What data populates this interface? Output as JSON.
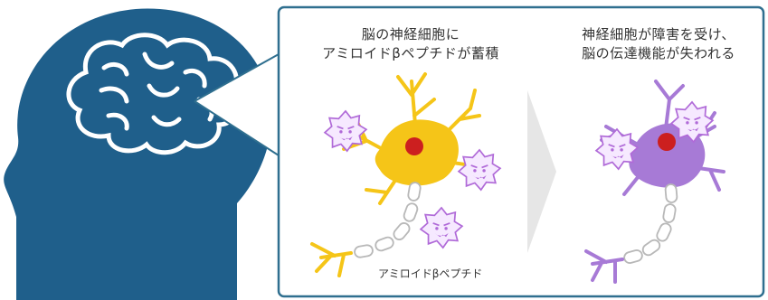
{
  "left_panel": {
    "caption_line1": "脳の神経細胞に",
    "caption_line2": "アミロイドβペプチドが蓄積"
  },
  "right_panel": {
    "caption_line1": "神経細胞が障害を受け、",
    "caption_line2": "脳の伝達機能が失われる"
  },
  "peptide_label": "アミロイドβペプチド",
  "colors": {
    "head": "#1f5f8b",
    "frame_border": "#2f6f8f",
    "healthy_neuron": "#f5c518",
    "damaged_neuron": "#a77ad6",
    "nucleus": "#cc1f1f",
    "amyloid": "#b06ad8",
    "arrow": "#e6e6e6"
  },
  "icons": [
    "head-silhouette-icon",
    "brain-icon",
    "neuron-healthy-icon",
    "neuron-damaged-icon",
    "amyloid-beta-icon",
    "chevron-right-icon"
  ]
}
